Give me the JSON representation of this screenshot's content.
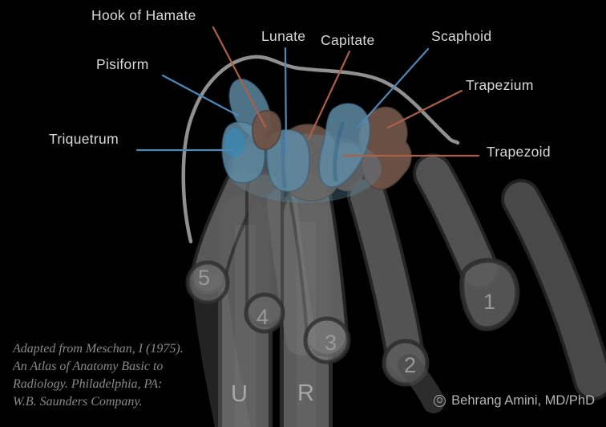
{
  "colors": {
    "background": "#000000",
    "label_text": "#d9d9d9",
    "blue_line": "#4e88b8",
    "salmon_line": "#ad5f48",
    "blue_bone": "#5f8ba3",
    "brown_bone": "#6d5247",
    "gray_bone": "#666666",
    "wrist_outline": "#a0a0a0",
    "number_text": "#9a9a9a",
    "attribution_text": "#8a8a8a",
    "credit_text": "#b5b5b5"
  },
  "labels": {
    "hook_of_hamate": "Hook of Hamate",
    "pisiform": "Pisiform",
    "lunate": "Lunate",
    "capitate": "Capitate",
    "scaphoid": "Scaphoid",
    "trapezium": "Trapezium",
    "triquetrum": "Triquetrum",
    "trapezoid": "Trapezoid"
  },
  "metacarpal_numbers": {
    "mc1": "1",
    "mc2": "2",
    "mc3": "3",
    "mc4": "4",
    "mc5": "5"
  },
  "forearm": {
    "ulna": "U",
    "radius": "R"
  },
  "attribution": {
    "line1": "Adapted from Meschan, I (1975).",
    "line2": "An Atlas of Anatomy Basic to",
    "line3": "Radiology. Philadelphia, PA:",
    "line4": "W.B. Saunders Company."
  },
  "credit": {
    "icon": "circle-ring-icon",
    "name": "Behrang Amini, MD/PhD"
  }
}
